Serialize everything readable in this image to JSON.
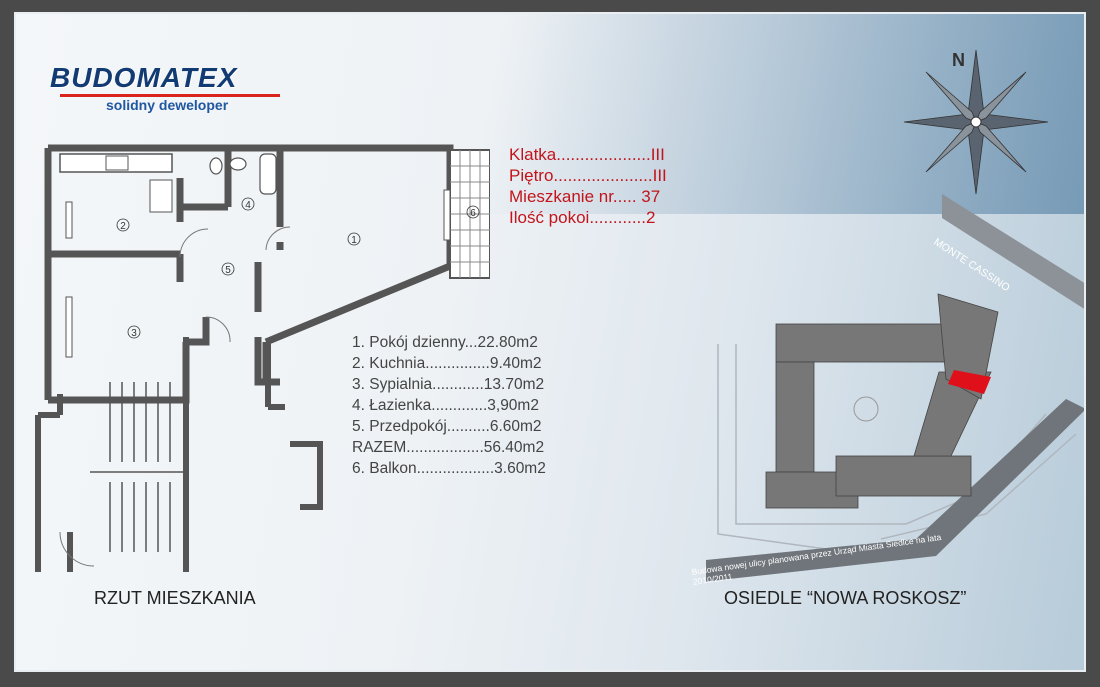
{
  "brand": {
    "logo_text": "BUDOMATEX",
    "tagline": "solidny deweloper",
    "colors": {
      "navy": "#123a73",
      "red": "#d9231d",
      "blue": "#1f57a0"
    }
  },
  "apartment_info": {
    "klatka": "Klatka....................III",
    "pietro": "Piętro.....................III",
    "mieszkanie": "Mieszkanie nr.....  37",
    "pokoje": "Ilość pokoi............2"
  },
  "rooms": [
    "1. Pokój dzienny...22.80m2",
    "2. Kuchnia...............9.40m2",
    "3. Sypialnia............13.70m2",
    "4. Łazienka.............3,90m2",
    "5. Przedpokój..........6.60m2",
    "RAZEM..................56.40m2",
    "6. Balkon..................3.60m2"
  ],
  "plan_labels": [
    "1",
    "2",
    "3",
    "4",
    "5",
    "6"
  ],
  "captions": {
    "plan": "RZUT MIESZKANIA",
    "estate": "OSIEDLE “NOWA ROSKOSZ”"
  },
  "streets": {
    "monte_cassino": "MONTE CASSINO",
    "new_street": "Budowa nowej ulicy planowana przez Urząd Miasta Siedlce na lata 2010/2011"
  },
  "compass": {
    "north": "N"
  }
}
